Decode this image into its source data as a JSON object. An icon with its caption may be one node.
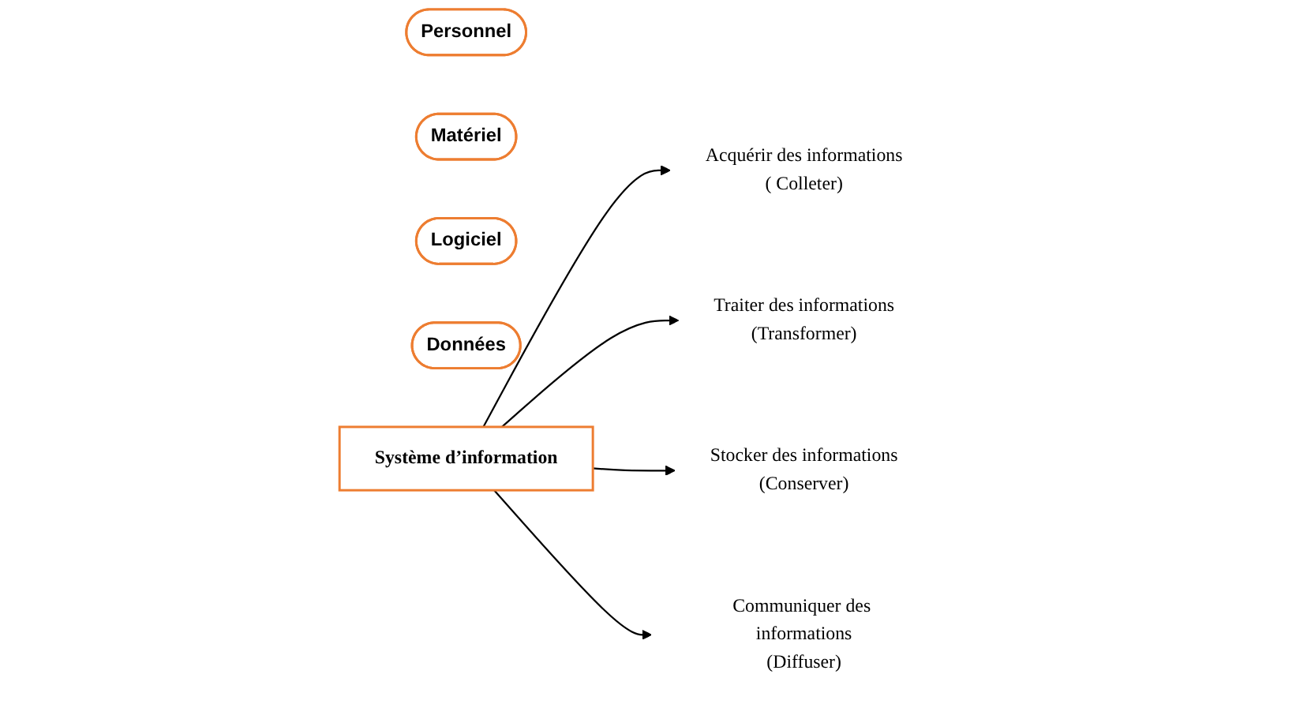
{
  "diagram": {
    "nodes": [
      {
        "text": [
          "Personnel"
        ]
      },
      {
        "text": [
          "Matériel"
        ]
      },
      {
        "text": [
          "Logiciel"
        ]
      },
      {
        "text": [
          "Données"
        ]
      },
      {
        "text": [
          "Système d’information"
        ]
      },
      {
        "text": [
          "Acquérir des informations",
          "( Colleter)"
        ]
      },
      {
        "text": [
          "Traiter des informations",
          "(Transformer)"
        ]
      },
      {
        "text": [
          "Stocker des informations",
          "(Conserver)"
        ]
      },
      {
        "text": [
          "Communiquer des informations",
          "(Diffuser)"
        ]
      }
    ],
    "edges": [
      {
        "from": 4,
        "to": 5,
        "arrow": "to"
      },
      {
        "from": 4,
        "to": 6,
        "arrow": "to"
      },
      {
        "from": 4,
        "to": 7,
        "arrow": "to"
      },
      {
        "from": 4,
        "to": 8,
        "arrow": "to"
      }
    ]
  }
}
